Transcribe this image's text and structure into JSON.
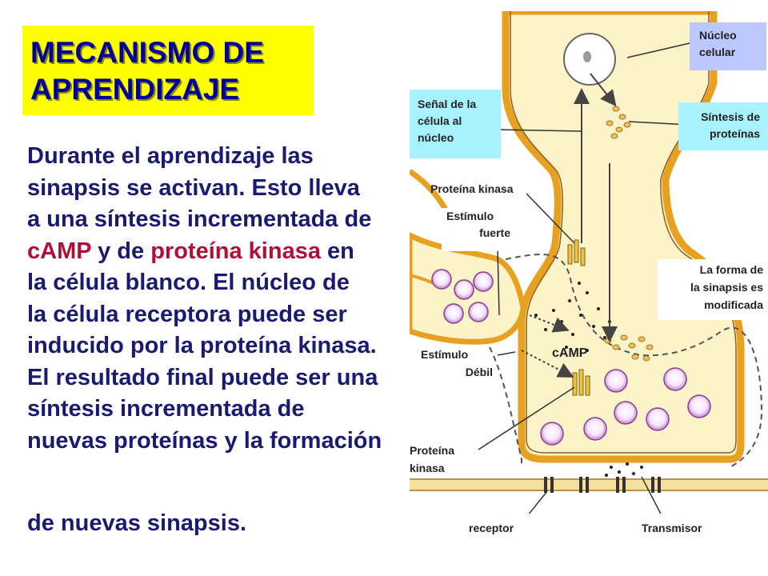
{
  "title": {
    "line1": "MECANISMO DE",
    "line2": "APRENDIZAJE"
  },
  "body": {
    "line1": "Durante el aprendizaje las",
    "line2": "sinapsis se activan. Esto lleva",
    "line3": "a una síntesis incrementada de",
    "line4_camp": "cAMP",
    "line4_mid": " y de ",
    "line4_kinasa": "proteína kinasa",
    "line4_end": " en",
    "line5": "la célula blanco. El núcleo de",
    "line6": "la célula receptora puede ser",
    "line7": "inducido por la proteína kinasa.",
    "line8": "El resultado final puede ser una",
    "line9": "síntesis incrementada de",
    "line10": "nuevas proteínas y la formación",
    "line11": "de nuevas sinapsis."
  },
  "diagram": {
    "nucleo_1": "Núcleo",
    "nucleo_2": "celular",
    "senal_1": "Señal de la",
    "senal_2": "célula al",
    "senal_3": "núcleo",
    "sintesis_1": "Síntesis de",
    "sintesis_2": "proteínas",
    "proteina_kinasa_top": "Proteína kinasa",
    "estimulo_fuerte_1": "Estímulo",
    "estimulo_fuerte_2": "fuerte",
    "forma_1": "La forma de",
    "forma_2": "la sinapsis es",
    "forma_3": "modificada",
    "camp": "cAMP",
    "estimulo_debil_1": "Estímulo",
    "estimulo_debil_2": "Débil",
    "proteina_kinasa_bottom_1": "Proteína",
    "proteina_kinasa_bottom_2": "kinasa",
    "receptor": "receptor",
    "transmisor": "Transmisor"
  },
  "colors": {
    "title_bg": "#ffff00",
    "title_text": "#0000a0",
    "body_text": "#1a1a70",
    "highlight": "#b01038",
    "cell_fill": "#fdf3c8",
    "membrane": "#e8a020",
    "nucleo_box": "#bcc8ff",
    "cyan_box": "#a8f2ff"
  }
}
